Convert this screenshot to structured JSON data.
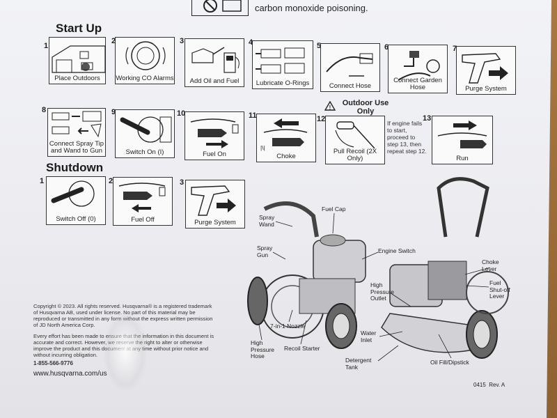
{
  "warning": {
    "line1": "carbon monoxide poisoning."
  },
  "startup": {
    "heading": "Start Up",
    "steps": [
      {
        "n": "1",
        "label": "Place Outdoors"
      },
      {
        "n": "2",
        "label": "Working CO Alarms"
      },
      {
        "n": "3",
        "label": "Add Oil and Fuel"
      },
      {
        "n": "4",
        "label": "Lubricate O-Rings"
      },
      {
        "n": "5",
        "label": "Connect Hose"
      },
      {
        "n": "6",
        "label": "Connect Garden Hose"
      },
      {
        "n": "7",
        "label": "Purge System"
      },
      {
        "n": "8",
        "label": "Connect Spray Tip and Wand to Gun"
      },
      {
        "n": "9",
        "label": "Switch On (I)"
      },
      {
        "n": "10",
        "label": "Fuel On"
      },
      {
        "n": "11",
        "label": "Choke"
      },
      {
        "n": "12",
        "label": "Pull Recoil (2X Only)"
      },
      {
        "n": "13",
        "label": "Run"
      }
    ],
    "outdoor_use": "Outdoor Use Only",
    "engine_note": "If engine fails to start, proceed to step 13, then repeat step 12.",
    "choke_mark": "|\\|"
  },
  "shutdown": {
    "heading": "Shutdown",
    "steps": [
      {
        "n": "1",
        "label": "Switch Off (0)"
      },
      {
        "n": "2",
        "label": "Fuel Off"
      },
      {
        "n": "3",
        "label": "Purge System"
      }
    ]
  },
  "diagram": {
    "labels": {
      "spray_wand": "Spray Wand",
      "fuel_cap": "Fuel Cap",
      "spray_gun": "Spray Gun",
      "engine_switch": "Engine Switch",
      "choke_lever": "Choke Lever",
      "fuel_shutoff": "Fuel Shut-off Lever",
      "hp_outlet": "High Pressure Outlet",
      "nozzle": "7-in-1 Nozzle",
      "water_inlet": "Water Inlet",
      "hp_hose": "High Pressure Hose",
      "recoil": "Recoil Starter",
      "detergent": "Detergent Tank",
      "oil_fill": "Oil Fill/Dipstick"
    }
  },
  "footer": {
    "copyright": "Copyright © 2023. All rights reserved. Husqvarna® is a registered trademark of Husqvarna AB, used under license. No part of this material may be reproduced or transmitted in any form without the express written permission of JD North America Corp.",
    "disclaimer": "Every effort has been made to ensure that the information in this document is accurate and correct. However, we reserve the right to alter or otherwise improve the product and this document at any time without prior notice and without incurring obligation.",
    "phone": "1-855-566-9776",
    "website": "www.husqvarna.com/us",
    "doc_code": "0415  Rev. A"
  },
  "colors": {
    "ink": "#222222",
    "paper": "#f0f0f3",
    "table": "#b98a55"
  }
}
